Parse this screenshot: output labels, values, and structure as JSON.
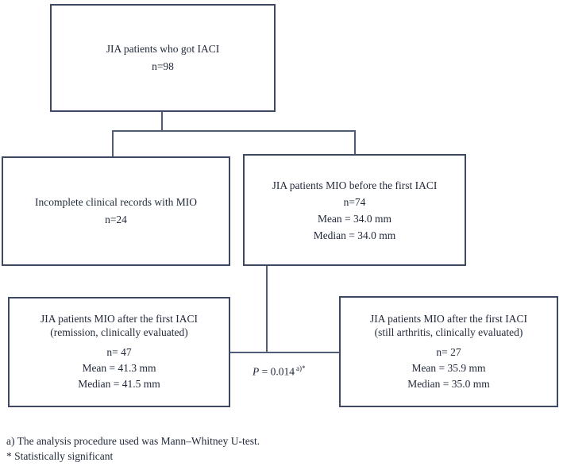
{
  "diagram": {
    "boxes": {
      "top": {
        "lines": [
          "JIA patients who got IACI",
          "n=98"
        ]
      },
      "excluded": {
        "lines": [
          "Incomplete clinical records with MIO",
          "n=24"
        ]
      },
      "before": {
        "lines": [
          "JIA patients MIO before the first IACI",
          "n=74",
          "Mean = 34.0 mm",
          "Median = 34.0 mm"
        ]
      },
      "remission": {
        "lines": [
          "JIA patients MIO after the first IACI",
          "(remission, clinically evaluated)",
          "n= 47",
          "Mean = 41.3 mm",
          "Median = 41.5 mm"
        ]
      },
      "arthritis": {
        "lines": [
          "JIA patients MIO after the first IACI",
          "(still arthritis, clinically evaluated)",
          "n= 27",
          "Mean = 35.9 mm",
          "Median = 35.0 mm"
        ]
      }
    },
    "p_value": {
      "symbol": "P",
      "value": "= 0.014",
      "superscript": "a)*"
    },
    "footnotes": [
      "a) The analysis procedure used was Mann–Whitney U-test.",
      "* Statistically significant"
    ],
    "colors": {
      "box_border": "#3d4962",
      "connector": "#515c76",
      "text": "#1f2738",
      "background": "#ffffff"
    }
  }
}
